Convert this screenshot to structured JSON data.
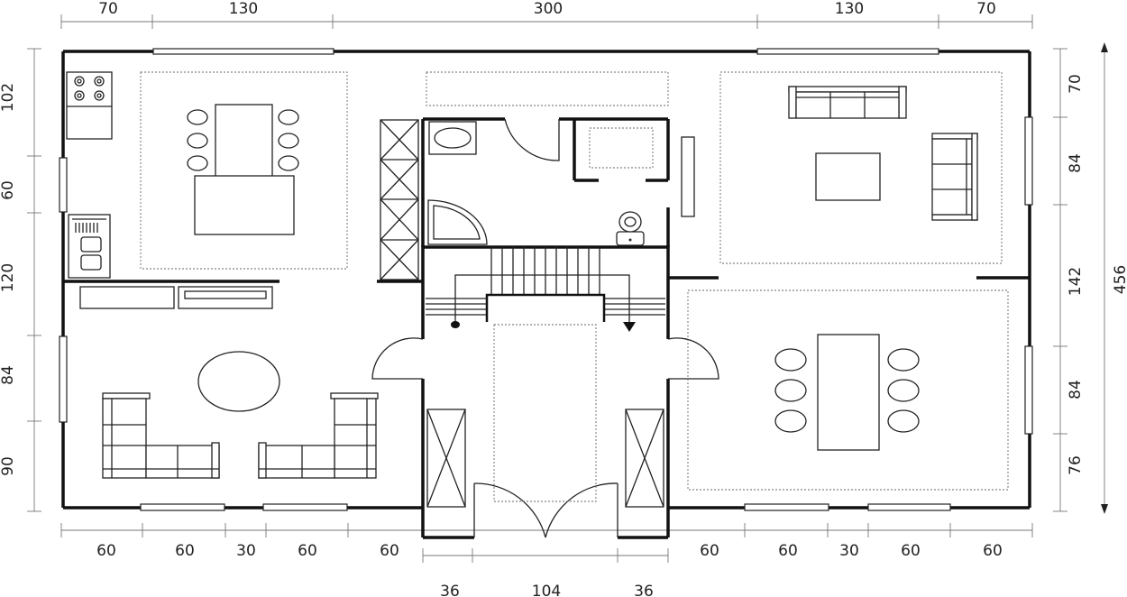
{
  "dimensions": {
    "top": [
      "70",
      "130",
      "300",
      "130",
      "70"
    ],
    "bottom": [
      "60",
      "60",
      "30",
      "60",
      "60",
      "60",
      "60",
      "30",
      "60",
      "60"
    ],
    "entrance": [
      "36",
      "104",
      "36"
    ],
    "left": [
      "102",
      "60",
      "120",
      "84",
      "90"
    ],
    "right": [
      "70",
      "84",
      "142",
      "84",
      "76"
    ],
    "total_height": "456"
  },
  "colors": {
    "wall": "#111111",
    "line": "#222222",
    "dimension": "#777777",
    "background": "#ffffff"
  }
}
